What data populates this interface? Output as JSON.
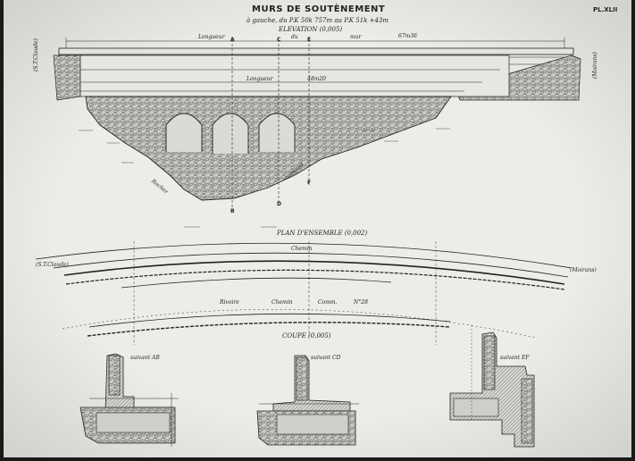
{
  "sheet": {
    "title": "MURS  DE  SOUTÈNEMENT",
    "subtitle": "à gauche, du P.K 50k 757m au P.K 51k +43m",
    "plate_number": "PL.XLII"
  },
  "elevation": {
    "heading": "ELEVATION (0,005)",
    "length_label": "Longueur",
    "du_label": "du",
    "mur_label": "mur",
    "length_value": "67m36",
    "inner_length_label": "Longueur",
    "inner_length_value": "48m20",
    "left_side": "(S.T.Claude)",
    "right_side": "(Moirans)",
    "rocher_label": "Rocher",
    "compact_label": "compact",
    "section_marks": [
      "A",
      "C",
      "E",
      "B",
      "D",
      "F"
    ]
  },
  "plan": {
    "heading": "PLAN D'ENSEMBLE (0,002)",
    "left_side": "(S.T.Claude)",
    "right_side": "(Moirans)",
    "chemin_label": "Chemin",
    "route_label": "Rivoire",
    "chemin_label_2": "Chemin",
    "commune_label": "Comm.",
    "number_label": "N°28"
  },
  "coupe": {
    "heading": "COUPE (0,005)",
    "sections": [
      {
        "label": "suivant AB"
      },
      {
        "label": "suivant CD"
      },
      {
        "label": "suivant EF"
      }
    ]
  },
  "colors": {
    "frame": "#1a1a1a",
    "paper": "#ebebe7",
    "ink": "#222222",
    "masonry": "#bdbdb8"
  }
}
